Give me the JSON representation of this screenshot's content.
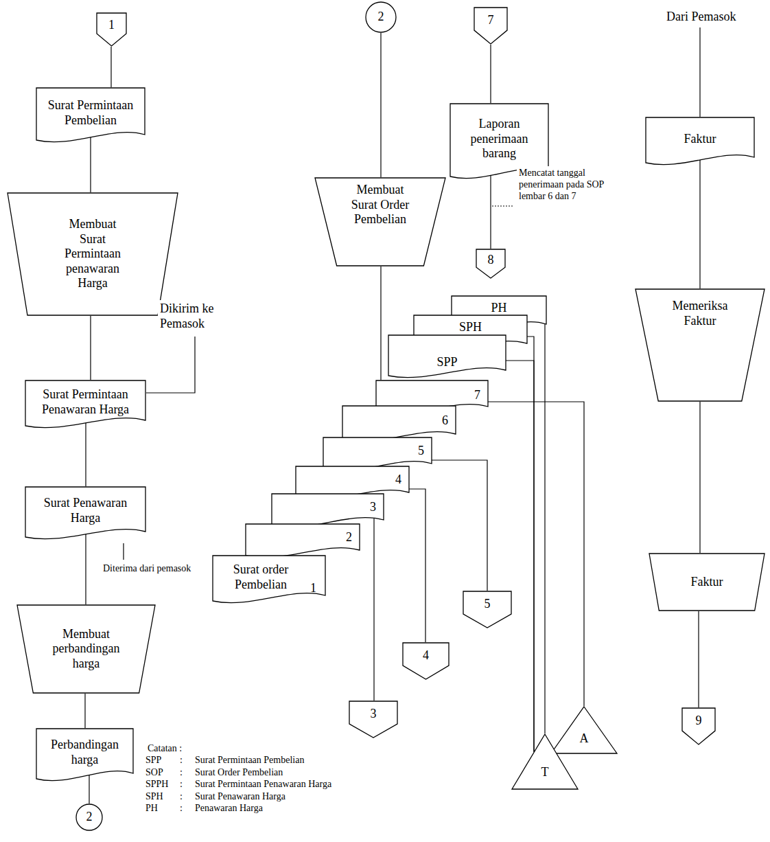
{
  "diagram": {
    "nodes": [
      {
        "text": [
          "1"
        ]
      },
      {
        "text": [
          "Surat Permintaan Pembelian"
        ]
      },
      {
        "text": [
          "Membuat Surat Permintaan penawaran Harga"
        ]
      },
      {
        "text": [
          "Surat Permintaan Penawaran Harga"
        ]
      },
      {
        "text": [
          "Surat Penawaran Harga"
        ]
      },
      {
        "text": [
          "Membuat perbandingan harga"
        ]
      },
      {
        "text": [
          "Perbandingan harga"
        ]
      },
      {
        "text": [
          "2"
        ]
      },
      {
        "text": [
          "2"
        ]
      },
      {
        "text": [
          "Membuat Surat Order Pembelian"
        ]
      },
      {
        "text": [
          "PH"
        ]
      },
      {
        "text": [
          "SPH"
        ]
      },
      {
        "text": [
          "SPP"
        ]
      },
      {
        "text": [
          "7"
        ]
      },
      {
        "text": [
          "6"
        ]
      },
      {
        "text": [
          "5"
        ]
      },
      {
        "text": [
          "4"
        ]
      },
      {
        "text": [
          "3"
        ]
      },
      {
        "text": [
          "2"
        ]
      },
      {
        "text": [
          "Surat order Pembelian",
          "1"
        ]
      },
      {
        "text": [
          "5"
        ]
      },
      {
        "text": [
          "4"
        ]
      },
      {
        "text": [
          "3"
        ]
      },
      {
        "text": [
          "A"
        ]
      },
      {
        "text": [
          "T"
        ]
      },
      {
        "text": [
          "7"
        ]
      },
      {
        "text": [
          "Laporan penerimaan barang"
        ]
      },
      {
        "text": [
          "8"
        ]
      },
      {
        "text": [
          "Faktur"
        ]
      },
      {
        "text": [
          "Memeriksa Faktur"
        ]
      },
      {
        "text": [
          "Faktur"
        ]
      },
      {
        "text": [
          "9"
        ]
      }
    ],
    "edges": [
      {
        "from": 0,
        "to": 1,
        "arrow": "none"
      },
      {
        "from": 1,
        "to": 2,
        "arrow": "none"
      },
      {
        "from": 2,
        "to": 3,
        "arrow": "none"
      },
      {
        "from": 3,
        "to": 4,
        "arrow": "none"
      },
      {
        "from": 4,
        "to": 5,
        "arrow": "none"
      },
      {
        "from": 5,
        "to": 6,
        "arrow": "none"
      },
      {
        "from": 6,
        "to": 7,
        "arrow": "none"
      },
      {
        "from": 8,
        "to": 9,
        "arrow": "none"
      },
      {
        "from": 9,
        "to": 13,
        "arrow": "none"
      },
      {
        "from": 17,
        "to": 22,
        "arrow": "none"
      },
      {
        "from": 16,
        "to": 21,
        "arrow": "none"
      },
      {
        "from": 15,
        "to": 20,
        "arrow": "none"
      },
      {
        "from": 13,
        "to": 23,
        "arrow": "none"
      },
      {
        "from": 10,
        "to": 24,
        "arrow": "none"
      },
      {
        "from": 11,
        "to": 24,
        "arrow": "none"
      },
      {
        "from": 12,
        "to": 24,
        "arrow": "none"
      },
      {
        "from": 25,
        "to": 26,
        "arrow": "none"
      },
      {
        "from": 26,
        "to": 27,
        "arrow": "none"
      },
      {
        "from": 28,
        "to": 29,
        "arrow": "none"
      },
      {
        "from": 29,
        "to": 30,
        "arrow": "none"
      },
      {
        "from": 30,
        "to": 31,
        "arrow": "none"
      }
    ],
    "labels": [
      "Dikirim ke Pemasok",
      "Diterima dari pemasok",
      "Mencatat tanggal penerimaan pada SOP lembar 6 dan 7",
      "Dari Pemasok",
      "Catatan :",
      "SPP",
      ":",
      "Surat Permintaan Pembelian",
      "SOP",
      ":",
      "Surat Order Pembelian",
      "SPPH",
      ":",
      "Surat Permintaan Penawaran Harga",
      "SPH",
      ":",
      "Surat Penawaran Harga",
      "PH",
      ":",
      "Penawaran Harga"
    ]
  }
}
